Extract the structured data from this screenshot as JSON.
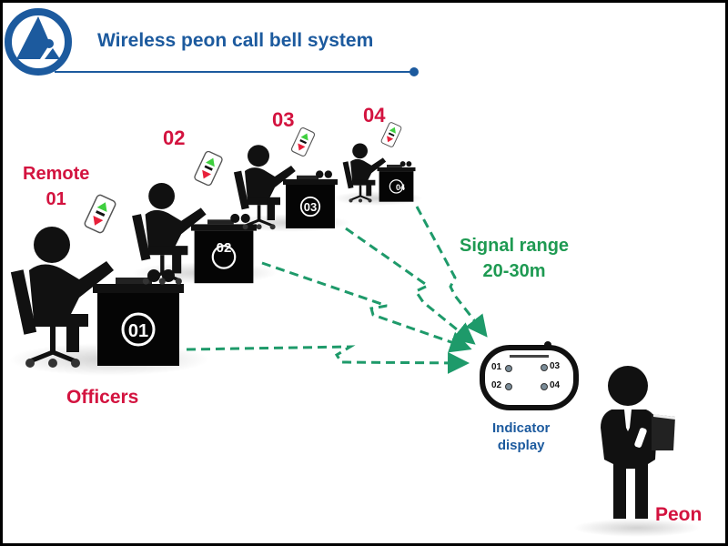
{
  "header": {
    "title": "Wireless peon call bell system",
    "logo": "triangle-circle-logo"
  },
  "colors": {
    "brand_blue": "#1c5a9e",
    "label_red": "#d3133f",
    "signal_green": "#1e9a52",
    "remote_up": "#3fcf3f",
    "remote_down": "#e8203a"
  },
  "remotes": {
    "label_line1": "Remote",
    "label_line2": "01",
    "items": [
      "01",
      "02",
      "03",
      "04"
    ]
  },
  "officers": {
    "label": "Officers",
    "desks": [
      "01",
      "02",
      "03",
      "04"
    ]
  },
  "signal": {
    "line1": "Signal range",
    "line2": "20-30m"
  },
  "indicator": {
    "line1": "Indicator",
    "line2": "display",
    "lamps": [
      "01",
      "02",
      "03",
      "04"
    ]
  },
  "peon": {
    "label": "Peon"
  }
}
